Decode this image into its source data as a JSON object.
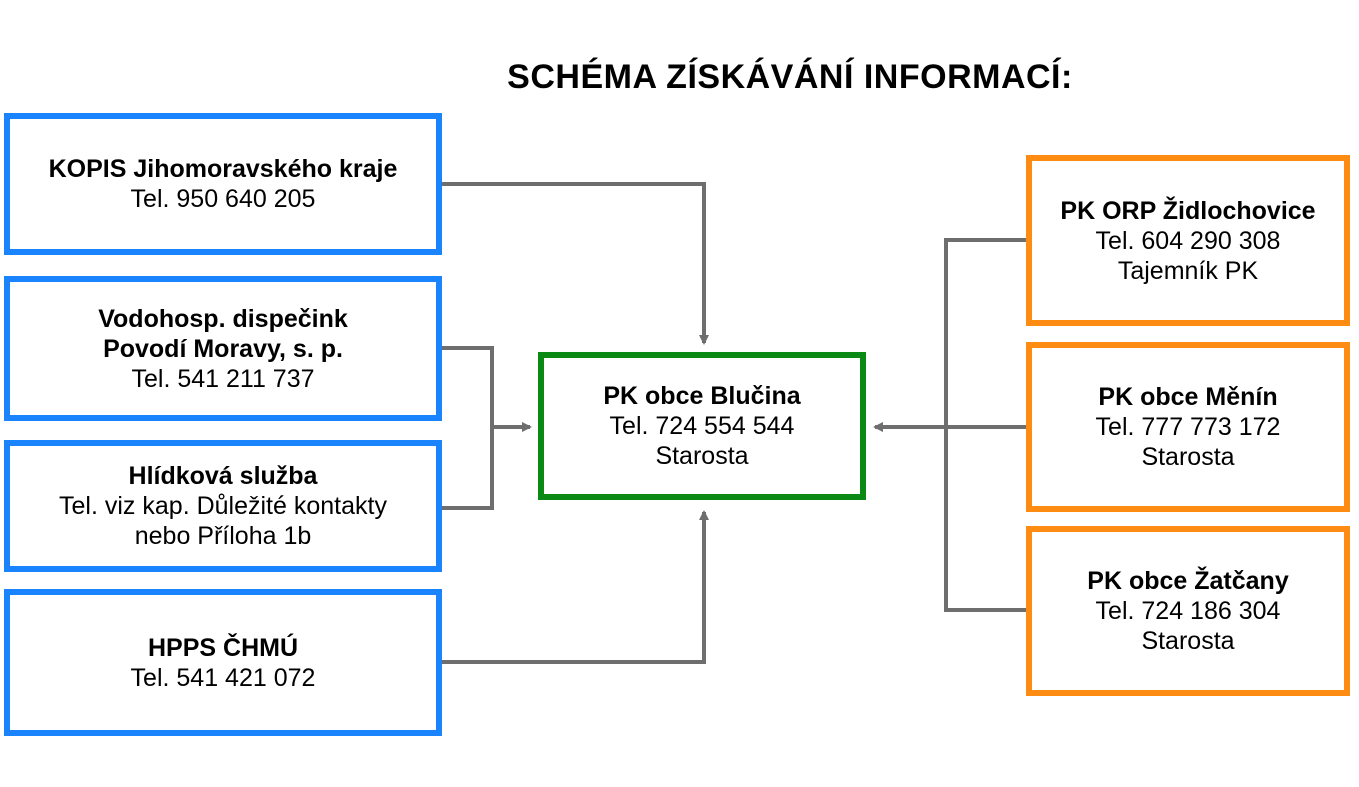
{
  "title": "SCHÉMA ZÍSKÁVÁNÍ INFORMACÍ:",
  "sources_left": [
    {
      "name": "KOPIS Jihomoravského kraje",
      "lines": [
        "Tel. 950 640 205"
      ]
    },
    {
      "name_lines": [
        "Vodohosp. dispečink",
        "Povodí Moravy, s. p."
      ],
      "lines": [
        "Tel. 541 211 737"
      ]
    },
    {
      "name": "Hlídková služba",
      "lines": [
        "Tel. viz kap. Důležité kontakty",
        "nebo Příloha 1b"
      ]
    },
    {
      "name": "HPPS ČHMÚ",
      "lines": [
        "Tel. 541 421 072"
      ]
    }
  ],
  "center": {
    "name": "PK obce Blučina",
    "lines": [
      "Tel. 724 554 544",
      "Starosta"
    ]
  },
  "sources_right": [
    {
      "name": "PK ORP Židlochovice",
      "lines": [
        "Tel. 604 290 308",
        "Tajemník PK"
      ]
    },
    {
      "name": "PK obce Měnín",
      "lines": [
        "Tel. 777 773 172",
        "Starosta"
      ]
    },
    {
      "name": "PK obce Žatčany",
      "lines": [
        "Tel. 724 186 304",
        "Starosta"
      ]
    }
  ],
  "colors": {
    "left_border": "#1a84ff",
    "center_border": "#0a8a14",
    "right_border": "#ff8c12",
    "connector": "#6e6e6e"
  }
}
